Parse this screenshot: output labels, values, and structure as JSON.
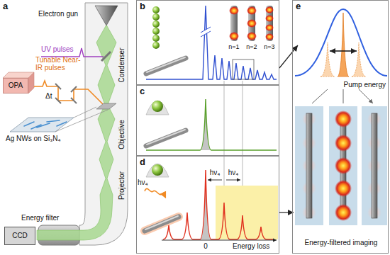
{
  "diagram": {
    "nodes": [
      {
        "text": [
          "OPA"
        ]
      },
      {
        "text": [
          "CCD"
        ]
      },
      {
        "text": [
          "b"
        ]
      },
      {
        "text": [
          "c"
        ]
      },
      {
        "text": [
          "d"
        ]
      },
      {
        "text": [
          "e"
        ]
      },
      {
        "text": [
          "Pump energy"
        ],
        "in": 5
      },
      {
        "text": [
          "Energy-filtered imaging"
        ],
        "in": 5
      }
    ],
    "edges": [
      {
        "from": 2,
        "to": 6,
        "arrow": "to"
      },
      {
        "from": 4,
        "to": 7,
        "arrow": "to"
      }
    ],
    "labels": [
      "a",
      "Electron gun",
      "UV pulses",
      "Tunable Near-IR pulses",
      "Δt",
      "Ag NWs on Si₃N₄",
      "Condenser",
      "Objective",
      "Projector",
      "Energy filter",
      "n=1",
      "n=2",
      "n=3",
      "hν₄",
      "hν₄",
      "hν₄",
      "0",
      "Energy loss"
    ]
  }
}
